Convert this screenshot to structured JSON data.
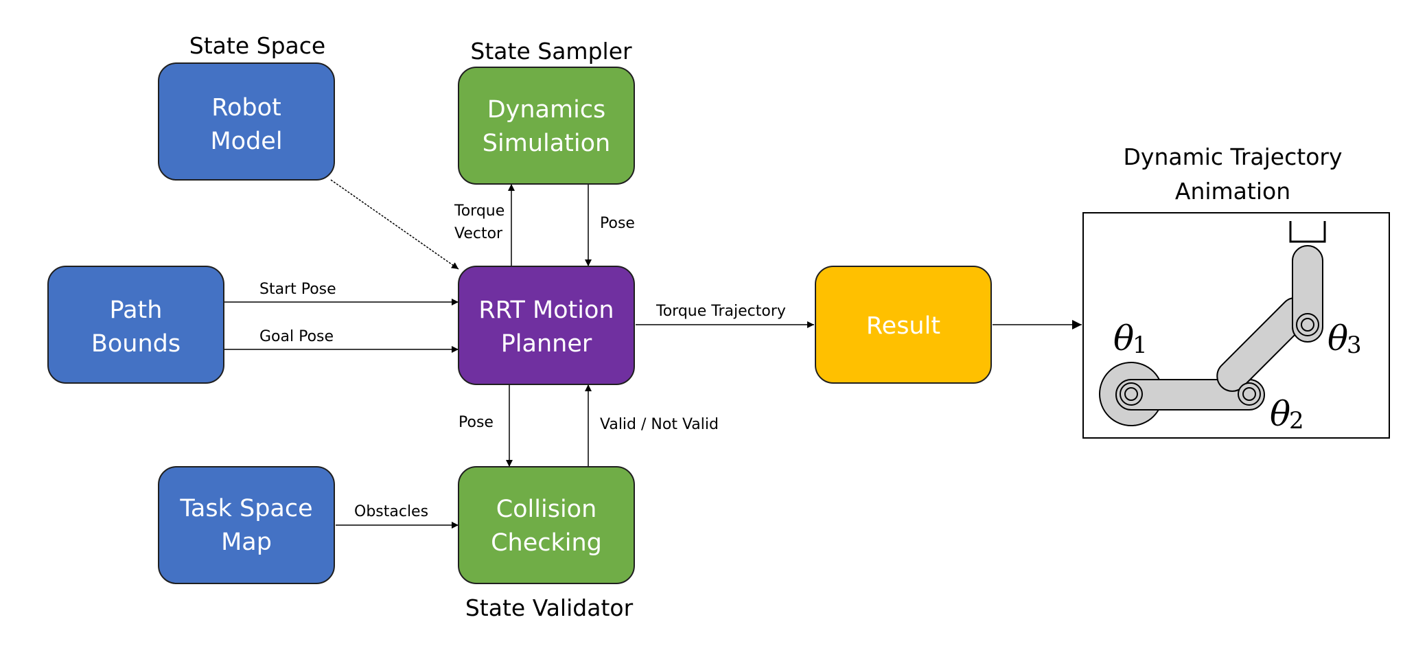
{
  "headings": {
    "state_space": "State Space",
    "state_sampler": "State Sampler",
    "state_validator": "State Validator",
    "animation_line1": "Dynamic Trajectory",
    "animation_line2": "Animation"
  },
  "nodes": {
    "robot_model": {
      "line1": "Robot",
      "line2": "Model",
      "fill": "#4472C4"
    },
    "path_bounds": {
      "line1": "Path",
      "line2": "Bounds",
      "fill": "#4472C4"
    },
    "task_space_map": {
      "line1": "Task Space",
      "line2": "Map",
      "fill": "#4472C4"
    },
    "dynamics_simulation": {
      "line1": "Dynamics",
      "line2": "Simulation",
      "fill": "#70AD47"
    },
    "rrt_motion_planner": {
      "line1": "RRT Motion",
      "line2": "Planner",
      "fill": "#7030A0"
    },
    "collision_checking": {
      "line1": "Collision",
      "line2": "Checking",
      "fill": "#70AD47"
    },
    "result": {
      "line1": "Result",
      "fill": "#FFC000"
    }
  },
  "edges": {
    "torque_vector_line1": "Torque",
    "torque_vector_line2": "Vector",
    "pose_from_sampler": "Pose",
    "start_pose": "Start Pose",
    "goal_pose": "Goal Pose",
    "torque_trajectory": "Torque Trajectory",
    "pose_to_validator": "Pose",
    "valid_not_valid": "Valid / Not Valid",
    "obstacles": "Obstacles"
  },
  "robot_arm": {
    "joint1": {
      "symbol": "θ",
      "index": "1"
    },
    "joint2": {
      "symbol": "θ",
      "index": "2"
    },
    "joint3": {
      "symbol": "θ",
      "index": "3"
    },
    "link_fill": "#D0D0D0"
  }
}
